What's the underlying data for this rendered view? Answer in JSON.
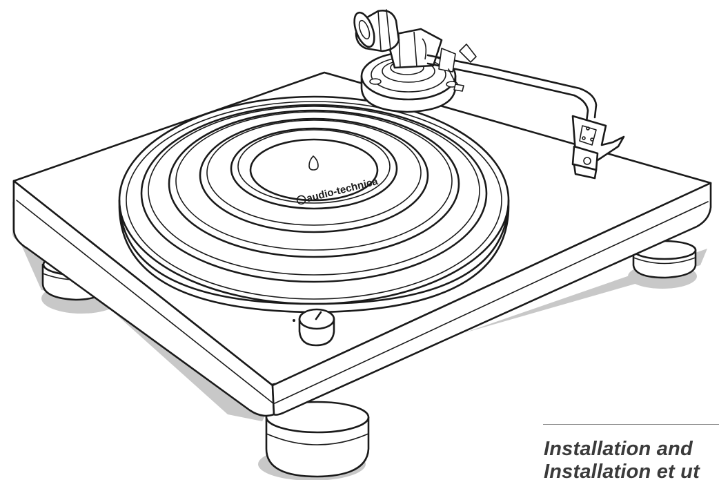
{
  "document": {
    "titles": [
      "Installation and",
      "Installation et ut"
    ]
  },
  "illustration": {
    "subject": "turntable-line-drawing",
    "platter_logo": "audio-technica",
    "colors": {
      "line": "#1a1a1a",
      "shadow": "#c8c8c8",
      "title": "#3a3a3a",
      "rule": "#888888"
    }
  }
}
